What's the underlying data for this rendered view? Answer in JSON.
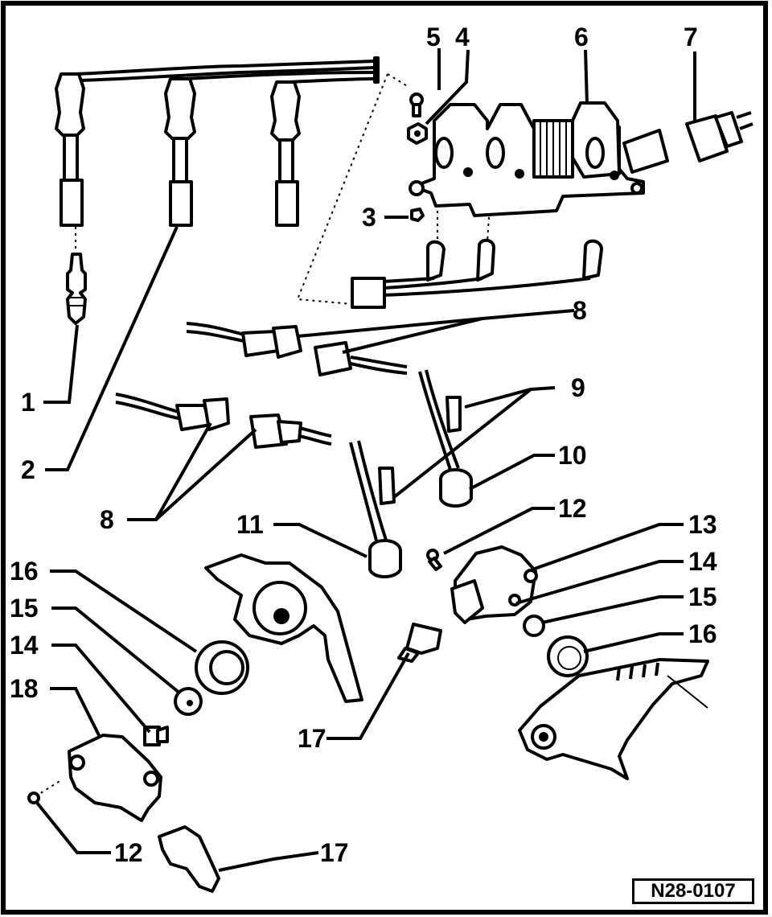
{
  "figure": {
    "reference_code": "N28-0107",
    "callouts": {
      "c1": "1",
      "c2": "2",
      "c3": "3",
      "c4": "4",
      "c5": "5",
      "c6": "6",
      "c7": "7",
      "c8_top": "8",
      "c8_left": "8",
      "c9": "9",
      "c10": "10",
      "c11": "11",
      "c12_right": "12",
      "c13": "13",
      "c14_right": "14",
      "c15_right": "15",
      "c16_right": "16",
      "c16_left": "16",
      "c15_left": "15",
      "c14_left": "14",
      "c18": "18",
      "c12_left": "12",
      "c17_mid": "17",
      "c17_bottom": "17"
    }
  }
}
